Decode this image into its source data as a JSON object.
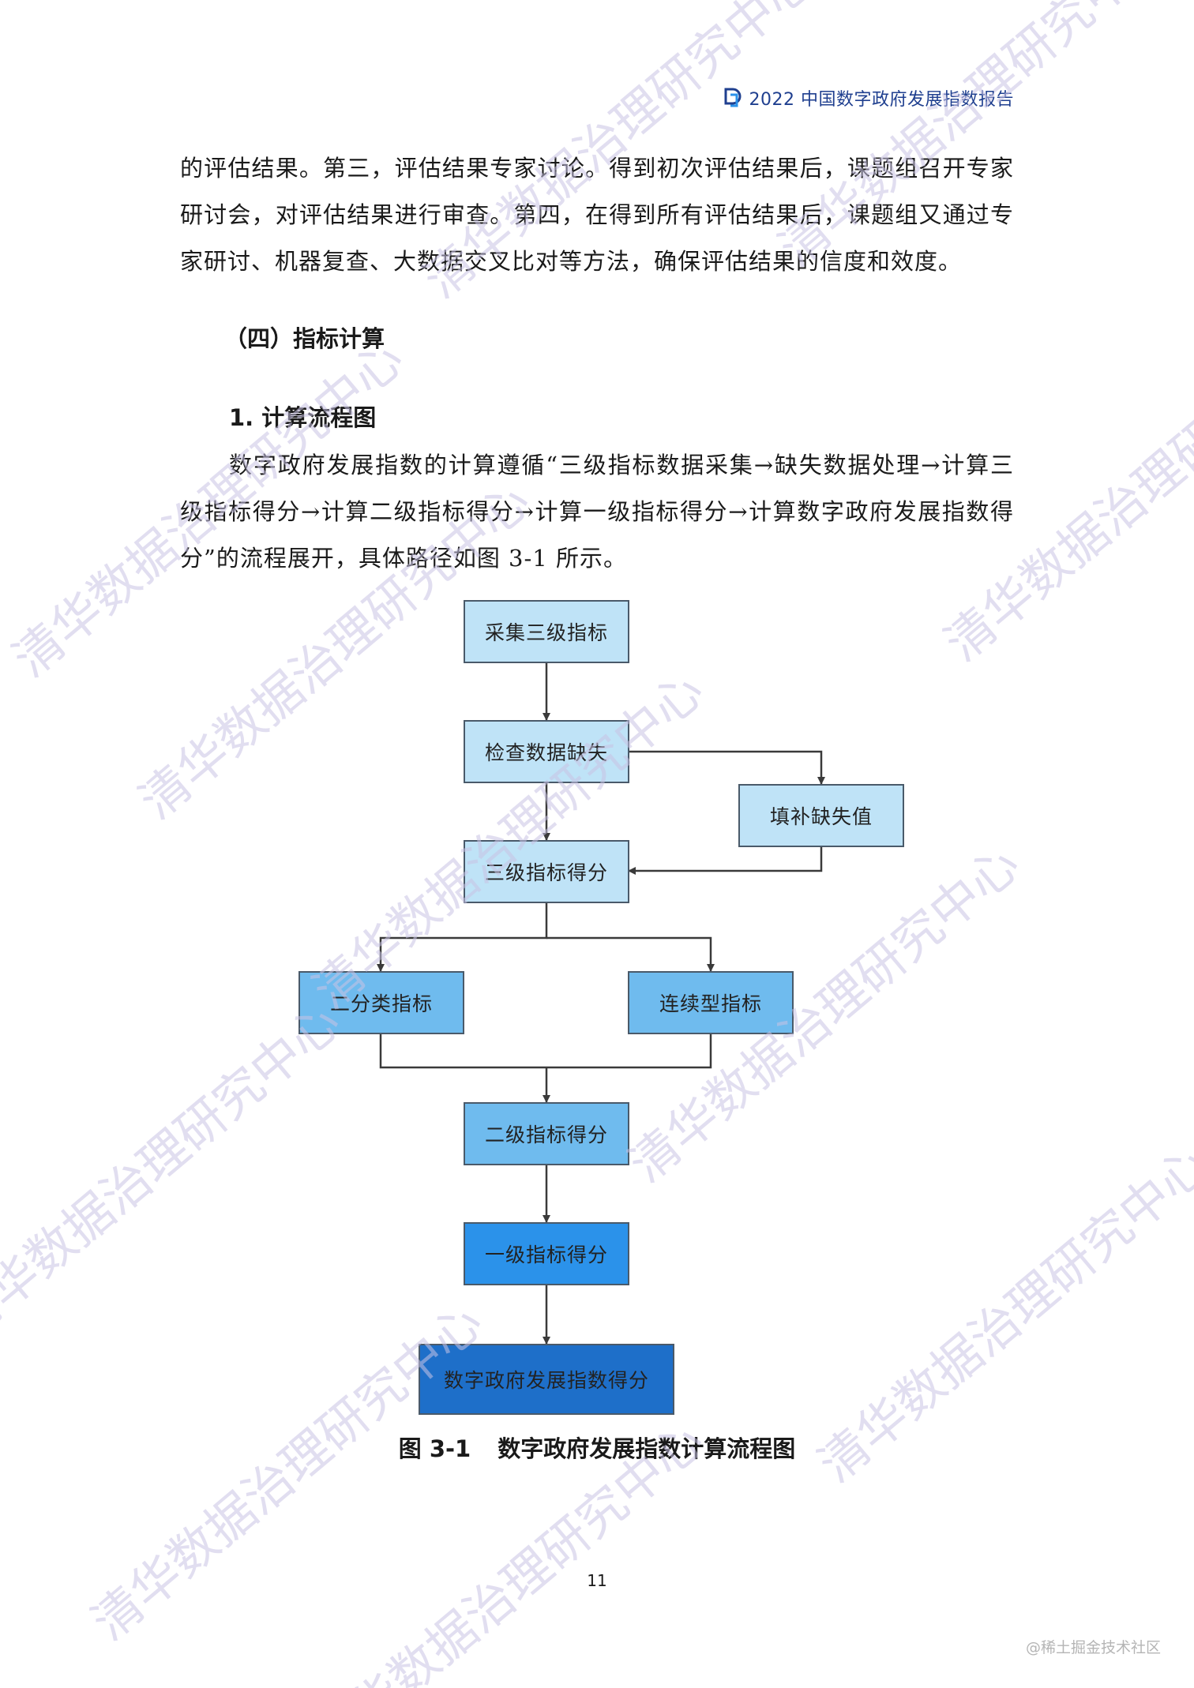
{
  "header": {
    "title": "2022 中国数字政府发展指数报告"
  },
  "body": {
    "paragraph_1": "的评估结果。第三，评估结果专家讨论。得到初次评估结果后，课题组召开专家研讨会，对评估结果进行审查。第四，在得到所有评估结果后，课题组又通过专家研讨、机器复查、大数据交叉比对等方法，确保评估结果的信度和效度。",
    "section_heading": "（四）指标计算",
    "sub_heading": "1.  计算流程图",
    "paragraph_2": "数字政府发展指数的计算遵循“三级指标数据采集→缺失数据处理→计算三级指标得分→计算二级指标得分→计算一级指标得分→计算数字政府发展指数得分”的流程展开，具体路径如图 3-1 所示。"
  },
  "flowchart": {
    "nodes": [
      {
        "id": "collect",
        "label": "采集三级指标",
        "color": "#bfe3f7"
      },
      {
        "id": "check",
        "label": "检查数据缺失",
        "color": "#bfe3f7"
      },
      {
        "id": "fill",
        "label": "填补缺失值",
        "color": "#bfe3f7"
      },
      {
        "id": "level3",
        "label": "三级指标得分",
        "color": "#bfe3f7"
      },
      {
        "id": "binary",
        "label": "二分类指标",
        "color": "#6fbbee"
      },
      {
        "id": "continuous",
        "label": "连续型指标",
        "color": "#6fbbee"
      },
      {
        "id": "level2",
        "label": "二级指标得分",
        "color": "#6fbbee"
      },
      {
        "id": "level1",
        "label": "一级指标得分",
        "color": "#2b92ea"
      },
      {
        "id": "final",
        "label": "数字政府发展指数得分",
        "color": "#1e6fc9"
      }
    ]
  },
  "figure": {
    "number": "图 3-1",
    "title": "数字政府发展指数计算流程图"
  },
  "page_number": "11",
  "source_mark": "@稀土掘金技术社区",
  "watermark_text": "清华数据治理研究中心",
  "colors": {
    "header_blue": "#1f3f8f",
    "connector": "#3a3a3a",
    "watermark": "#c9c2e3"
  }
}
